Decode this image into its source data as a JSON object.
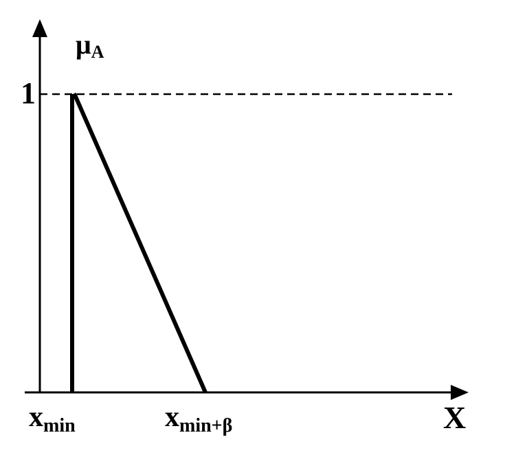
{
  "y_axis": {
    "label": "μ",
    "subscript": "A",
    "max_tick_label": "1"
  },
  "x_axis": {
    "label": "X"
  },
  "points": {
    "left": {
      "label": "x",
      "subscript": "min"
    },
    "right": {
      "label": "x",
      "subscript": "min+β"
    }
  },
  "function_shape": "right-triangular membership function"
}
